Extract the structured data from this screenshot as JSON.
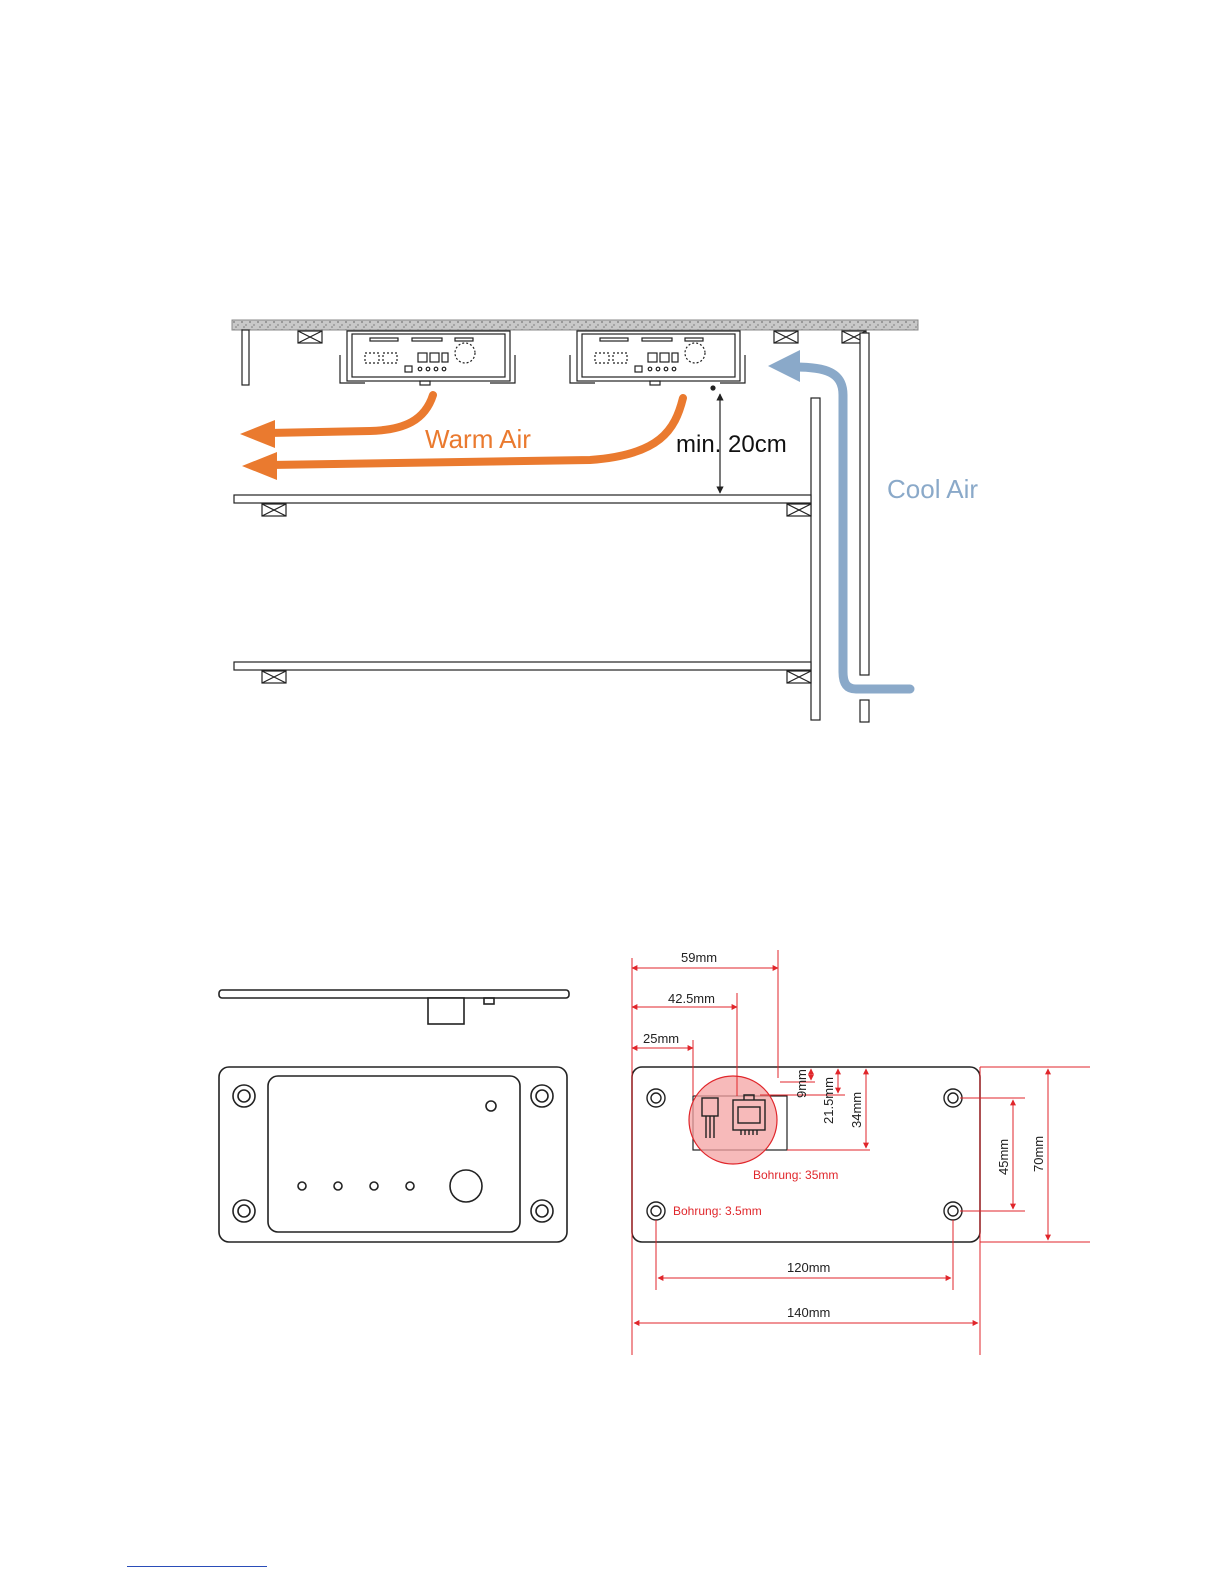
{
  "colors": {
    "warm": "#ea7a2f",
    "cool": "#8aa9c9",
    "dim": "#e0262b",
    "dimText": "#e0262b",
    "line": "#222222",
    "ceiling": "#b8b8b8"
  },
  "airflow": {
    "warm_label": "Warm Air",
    "cool_label": "Cool Air",
    "clearance_label": "min. 20cm"
  },
  "dimensions": {
    "d59": "59mm",
    "d42": "42.5mm",
    "d25": "25mm",
    "d9": "9mm",
    "d21": "21.5mm",
    "d34": "34mm",
    "d45": "45mm",
    "d70": "70mm",
    "d120": "120mm",
    "d140": "140mm",
    "drill_large": "Bohrung: 35mm",
    "drill_small": "Bohrung: 3.5mm"
  }
}
